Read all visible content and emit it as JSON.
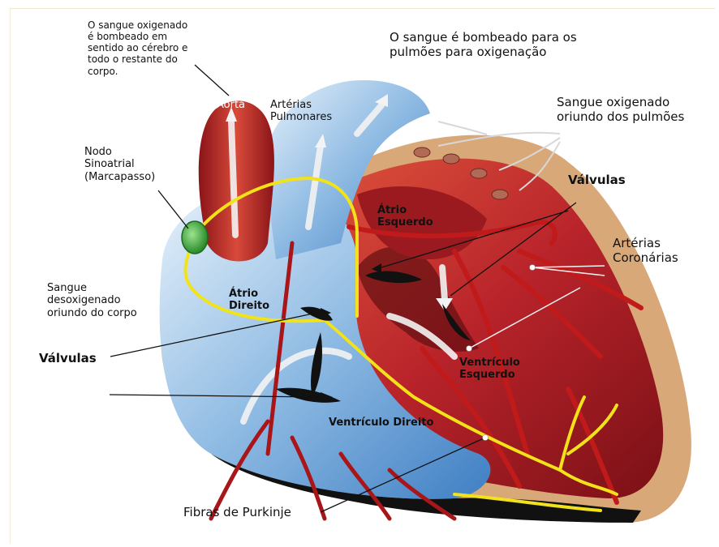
{
  "labels": {
    "oxygenated_body": "O sangue oxigenado\né bombeado em\nsentido ao cérebro e\ntodo o restante do\ncorpo.",
    "pumped_lungs": "O sangue é bombeado para os\n pulmões para oxigenação",
    "aorta": "Aorta",
    "pulmonary_arteries": "Artérias\nPulmonares",
    "oxygenated_from_lungs": "Sangue oxigenado\noriundo dos pulmões",
    "sinoatrial_node": "Nodo\nSinoatrial\n(Marcapasso)",
    "valves_right": "Válvulas",
    "left_atrium": "Átrio\nEsquerdo",
    "coronary_arteries": "Artérias\nCoronárias",
    "deoxygenated_body": "Sangue\ndesoxigenado\noriundo do corpo",
    "right_atrium": "Átrio\nDireito",
    "valves_left": "Válvulas",
    "left_ventricle": "Ventrículo\nEsquerdo",
    "right_ventricle": "Ventrículo Direito",
    "purkinje_fibers": "Fibras de Purkinje"
  },
  "colors": {
    "outer_tissue": "#d9a878",
    "myocardium": "#b8232a",
    "deoxygenated": "#7fb0dc",
    "conduction": "#f2e21a",
    "sa_node": "#3aa63a",
    "vessel": "#c01a1a",
    "valve": "#111111"
  }
}
